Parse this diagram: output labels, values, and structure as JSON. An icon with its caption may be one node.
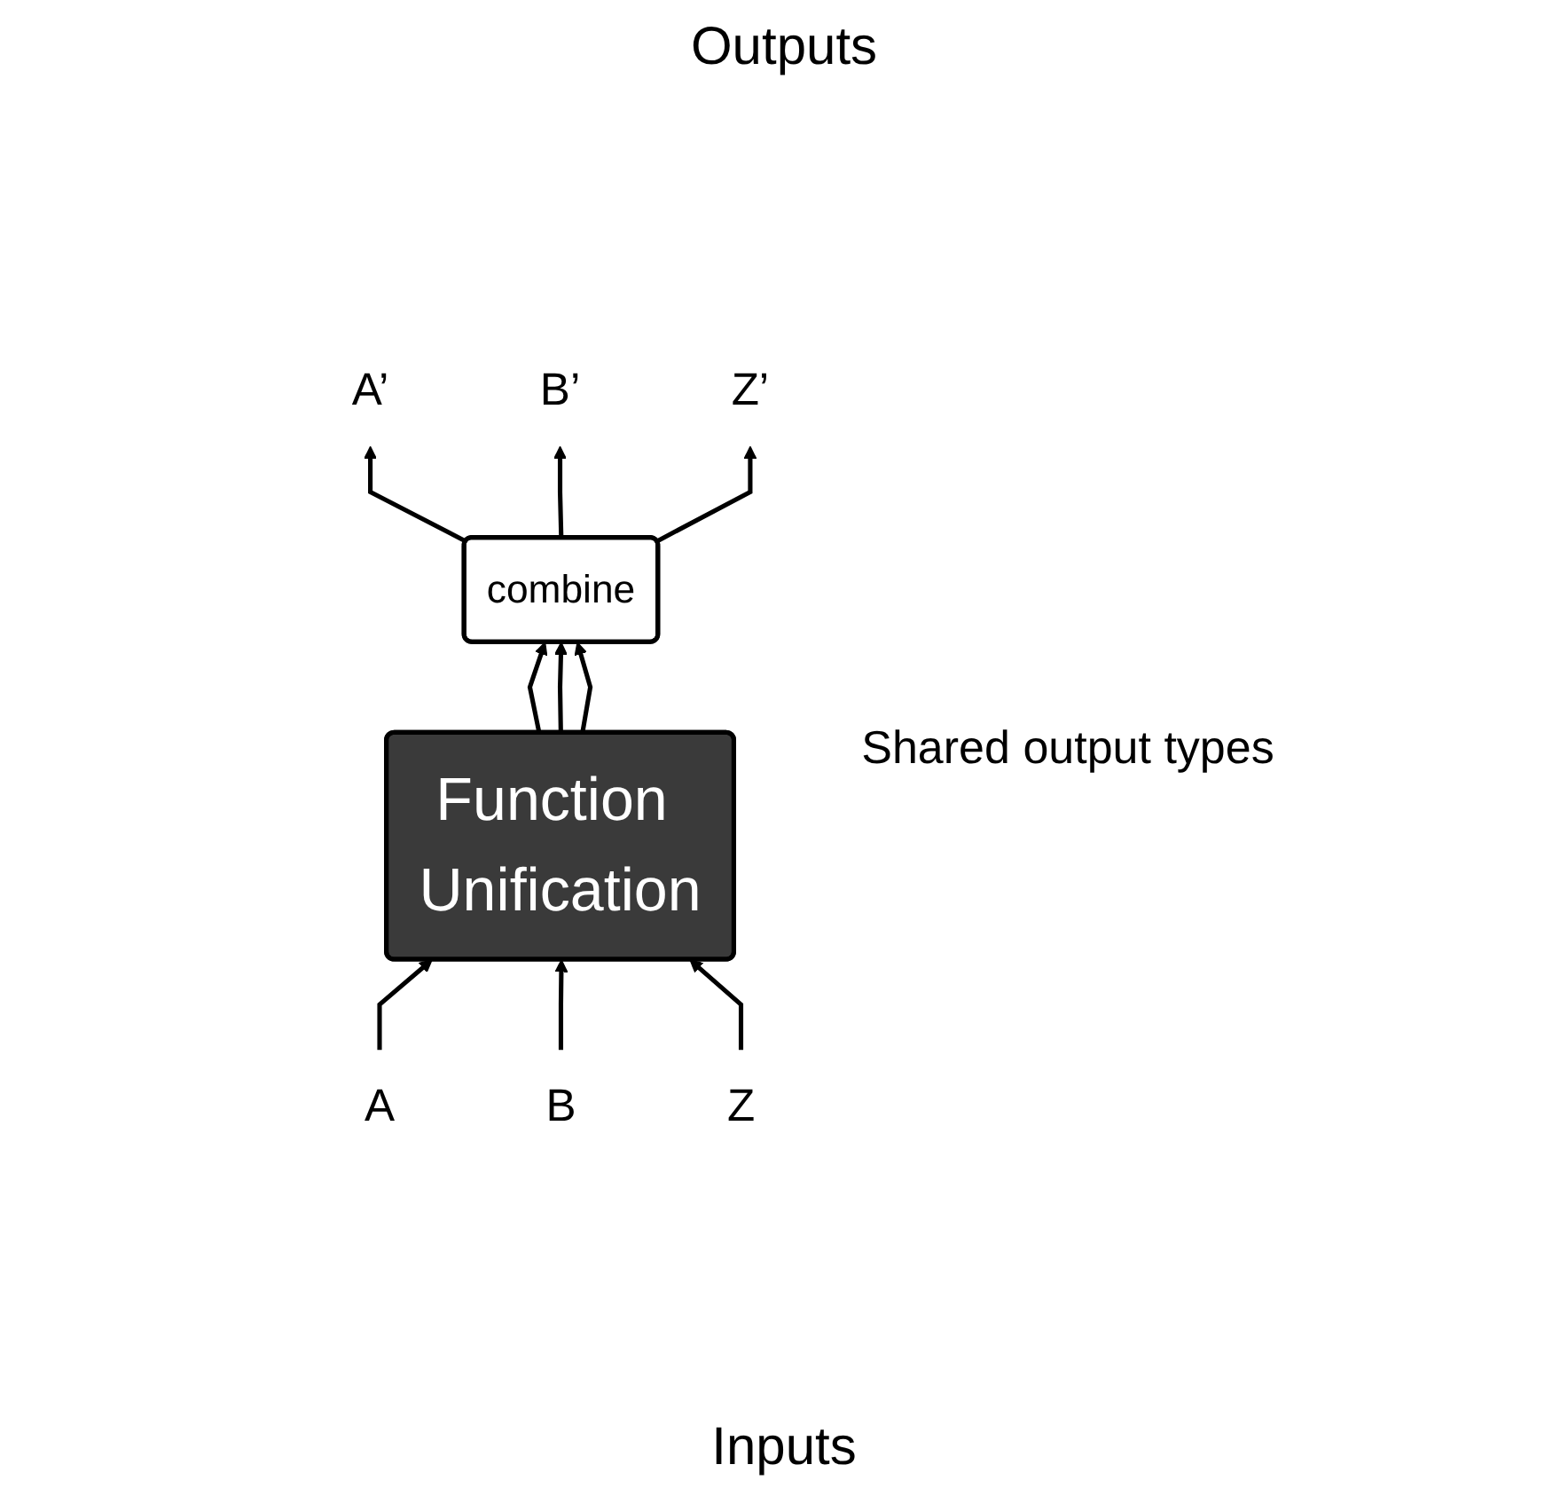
{
  "diagram": {
    "nodes": [
      {
        "text": [
          "A’"
        ]
      },
      {
        "text": [
          "B’"
        ]
      },
      {
        "text": [
          "Z’"
        ]
      },
      {
        "text": [
          "combine"
        ]
      },
      {
        "text": [
          "Function Unification"
        ]
      },
      {
        "text": [
          "A"
        ]
      },
      {
        "text": [
          "B"
        ]
      },
      {
        "text": [
          "Z"
        ]
      }
    ],
    "edges": [
      {
        "from": 3,
        "to": 0,
        "arrow": "to"
      },
      {
        "from": 3,
        "to": 1,
        "arrow": "to"
      },
      {
        "from": 3,
        "to": 2,
        "arrow": "to"
      },
      {
        "from": 4,
        "to": 3,
        "arrow": "to"
      },
      {
        "from": 4,
        "to": 3,
        "arrow": "to"
      },
      {
        "from": 4,
        "to": 3,
        "arrow": "to"
      },
      {
        "from": 5,
        "to": 4,
        "arrow": "to"
      },
      {
        "from": 6,
        "to": 4,
        "arrow": "to"
      },
      {
        "from": 7,
        "to": 4,
        "arrow": "to"
      }
    ],
    "labels": [
      "Outputs",
      "Shared output types",
      "Inputs"
    ]
  }
}
